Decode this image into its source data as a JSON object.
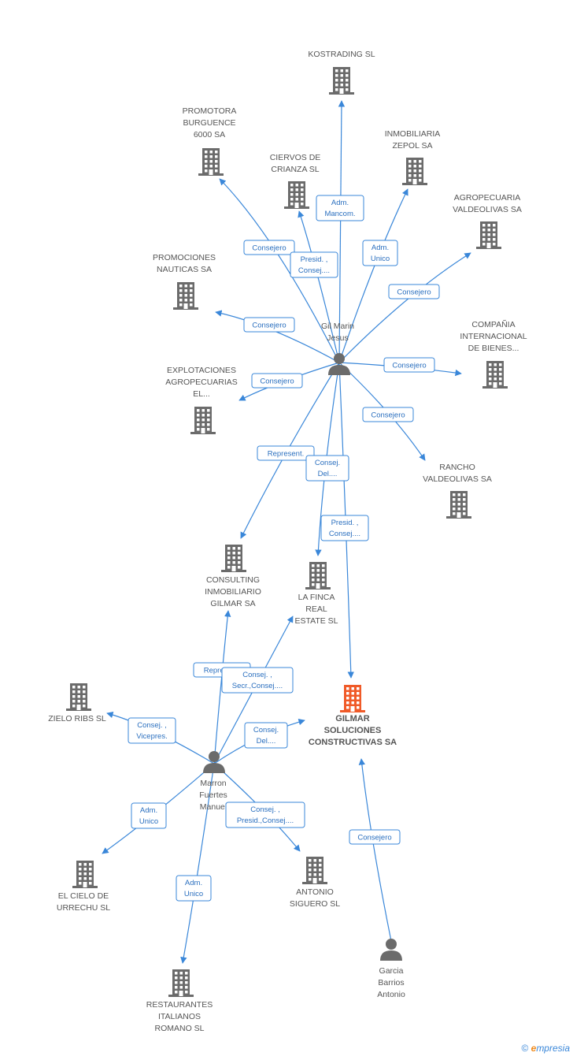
{
  "colors": {
    "edge": "#3a87d9",
    "company": "#6b6b6b",
    "company_main": "#f05a28",
    "person": "#6b6b6b",
    "text": "#555555"
  },
  "nodes": [
    {
      "id": "kostrading",
      "type": "company",
      "label": [
        "KOSTRADING SL"
      ]
    },
    {
      "id": "promotora",
      "type": "company",
      "label": [
        "PROMOTORA",
        "BURGUENCE",
        "6000 SA"
      ]
    },
    {
      "id": "cervos",
      "type": "company",
      "label": [
        "CIERVOS DE",
        "CRIANZA SL"
      ]
    },
    {
      "id": "zepol",
      "type": "company",
      "label": [
        "INMOBILIARIA",
        "ZEPOL SA"
      ]
    },
    {
      "id": "agrovaldeolivas",
      "type": "company",
      "label": [
        "AGROPECUARIA",
        "VALDEOLIVAS SA"
      ]
    },
    {
      "id": "nauticas",
      "type": "company",
      "label": [
        "PROMOCIONES",
        "NAUTICAS SA"
      ]
    },
    {
      "id": "compania",
      "type": "company",
      "label": [
        "COMPAÑIA",
        "INTERNACIONAL",
        "DE BIENES..."
      ]
    },
    {
      "id": "explotaciones",
      "type": "company",
      "label": [
        "EXPLOTACIONES",
        "AGROPECUARIAS",
        "EL..."
      ]
    },
    {
      "id": "rancho",
      "type": "company",
      "label": [
        "RANCHO",
        "VALDEOLIVAS SA"
      ]
    },
    {
      "id": "consulting",
      "type": "company",
      "label": [
        "CONSULTING",
        "INMOBILIARIO",
        "GILMAR SA"
      ]
    },
    {
      "id": "lafinca",
      "type": "company",
      "label": [
        "LA FINCA",
        "REAL",
        "ESTATE  SL"
      ]
    },
    {
      "id": "gilmar",
      "type": "company_main",
      "label": [
        "GILMAR",
        "SOLUCIONES",
        "CONSTRUCTIVAS SA"
      ]
    },
    {
      "id": "zielo",
      "type": "company",
      "label": [
        "ZIELO RIBS SL"
      ]
    },
    {
      "id": "elcielo",
      "type": "company",
      "label": [
        "EL CIELO DE",
        "URRECHU SL"
      ]
    },
    {
      "id": "antonio",
      "type": "company",
      "label": [
        "ANTONIO",
        "SIGUERO  SL"
      ]
    },
    {
      "id": "restaurantes",
      "type": "company",
      "label": [
        "RESTAURANTES",
        "ITALIANOS",
        "ROMANO  SL"
      ]
    },
    {
      "id": "gilmarin",
      "type": "person",
      "label": [
        "Gil Marin",
        "Jesus"
      ]
    },
    {
      "id": "marron",
      "type": "person",
      "label": [
        "Marron",
        "Fuertes",
        "Manuel"
      ]
    },
    {
      "id": "garcia",
      "type": "person",
      "label": [
        "Garcia",
        "Barrios",
        "Antonio"
      ]
    }
  ],
  "edges": [
    {
      "from": "gilmarin",
      "to": "kostrading",
      "label": [
        "Adm.",
        "Mancom."
      ]
    },
    {
      "from": "gilmarin",
      "to": "promotora",
      "label": [
        "Consejero"
      ]
    },
    {
      "from": "gilmarin",
      "to": "cervos",
      "label": [
        "Presid. ,",
        "Consej...."
      ]
    },
    {
      "from": "gilmarin",
      "to": "zepol",
      "label": [
        "Adm.",
        "Unico"
      ]
    },
    {
      "from": "gilmarin",
      "to": "agrovaldeolivas",
      "label": [
        "Consejero"
      ]
    },
    {
      "from": "gilmarin",
      "to": "nauticas",
      "label": [
        "Consejero"
      ]
    },
    {
      "from": "gilmarin",
      "to": "compania",
      "label": [
        "Consejero"
      ]
    },
    {
      "from": "gilmarin",
      "to": "explotaciones",
      "label": [
        "Consejero"
      ]
    },
    {
      "from": "gilmarin",
      "to": "rancho",
      "label": [
        "Consejero"
      ]
    },
    {
      "from": "gilmarin",
      "to": "consulting",
      "label": [
        "Represent."
      ]
    },
    {
      "from": "gilmarin",
      "to": "lafinca",
      "label": [
        "Consej.",
        "Del...."
      ]
    },
    {
      "from": "gilmarin",
      "to": "gilmar",
      "label": [
        "Presid. ,",
        "Consej...."
      ]
    },
    {
      "from": "marron",
      "to": "consulting",
      "label": [
        "Represent."
      ]
    },
    {
      "from": "marron",
      "to": "lafinca",
      "label": [
        "Consej. ,",
        "Secr.,Consej...."
      ]
    },
    {
      "from": "marron",
      "to": "gilmar",
      "label": [
        "Consej.",
        "Del...."
      ]
    },
    {
      "from": "marron",
      "to": "zielo",
      "label": [
        "Consej. ,",
        "Vicepres."
      ]
    },
    {
      "from": "marron",
      "to": "elcielo",
      "label": [
        "Adm.",
        "Unico"
      ]
    },
    {
      "from": "marron",
      "to": "antonio",
      "label": [
        "Consej. ,",
        "Presid.,Consej...."
      ]
    },
    {
      "from": "marron",
      "to": "restaurantes",
      "label": [
        "Adm.",
        "Unico"
      ]
    },
    {
      "from": "garcia",
      "to": "gilmar",
      "label": [
        "Consejero"
      ]
    }
  ],
  "footer": {
    "copyright": "©",
    "brand_e": "e",
    "brand_rest": "mpresia"
  }
}
